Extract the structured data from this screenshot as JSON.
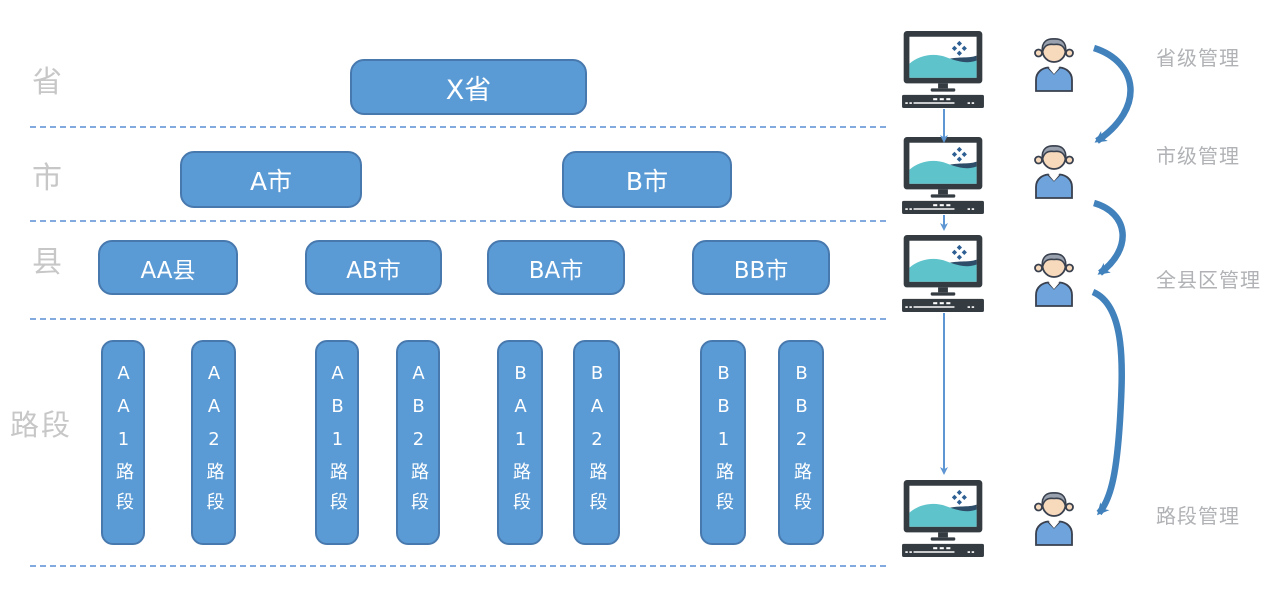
{
  "colors": {
    "node_fill": "#5B9BD5",
    "node_border": "#4879AE",
    "node_text": "#FFFFFF",
    "dashed_line": "#82AADF",
    "row_label_gray": "#C7C7C7",
    "side_label_gray": "#B0B2B5",
    "flow_arrow_blue": "#5D96D2",
    "curved_arrow_blue": "#4181BC",
    "monitor_dark": "#343B41",
    "monitor_screen": "#FFFFFF",
    "monitor_wave_teal": "#5FC3CB",
    "monitor_navy": "#2E4D68",
    "monitor_glyph_blue": "#2D5F93",
    "person_skin": "#F7D9BC",
    "person_hair": "#99A1AE",
    "person_shirt": "#6FA3DC",
    "person_outline": "#39404E"
  },
  "hierarchy": {
    "row_labels": [
      {
        "label": "省"
      },
      {
        "label": "市"
      },
      {
        "label": "县"
      },
      {
        "label": "路段"
      }
    ],
    "province_nodes": [
      {
        "label": "X省"
      }
    ],
    "city_nodes": [
      {
        "label": "A市"
      },
      {
        "label": "B市"
      }
    ],
    "county_nodes": [
      {
        "label": "AA县"
      },
      {
        "label": "AB市"
      },
      {
        "label": "BA市"
      },
      {
        "label": "BB市"
      }
    ],
    "road_nodes": [
      {
        "label": "AA1路段"
      },
      {
        "label": "AA2路段"
      },
      {
        "label": "AB1路段"
      },
      {
        "label": "AB2路段"
      },
      {
        "label": "BA1路段"
      },
      {
        "label": "BA2路段"
      },
      {
        "label": "BB1路段"
      },
      {
        "label": "BB2路段"
      }
    ]
  },
  "management": {
    "levels": [
      {
        "label": "省级管理"
      },
      {
        "label": "市级管理"
      },
      {
        "label": "全县区管理"
      },
      {
        "label": "路段管理"
      }
    ]
  },
  "icons": {
    "monitor": "monitor-icon",
    "person": "user-icon",
    "screen_glyph": "diamond-sparkle-icon",
    "flow": "down-arrow-icon",
    "assign": "curved-arrow-icon"
  }
}
